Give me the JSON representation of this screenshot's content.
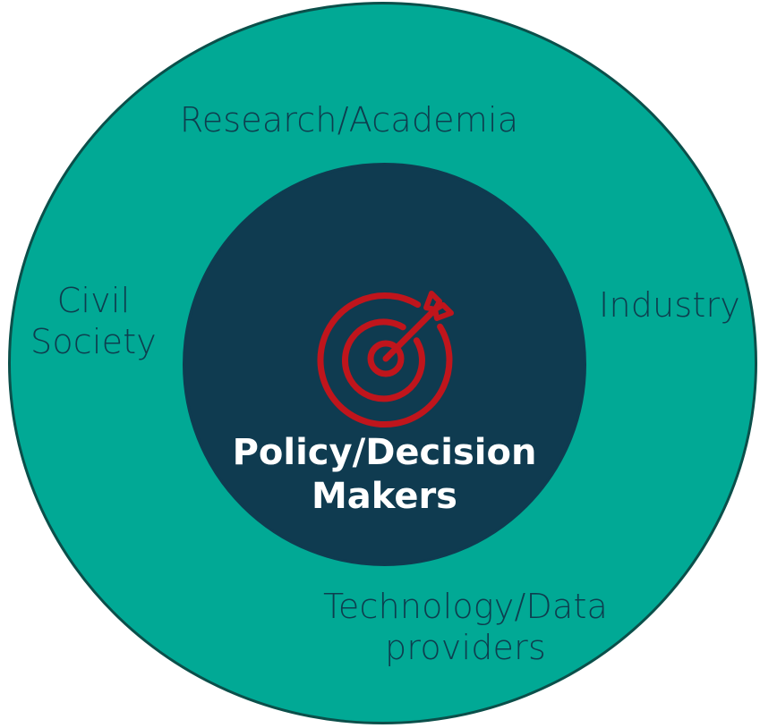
{
  "colors": {
    "outer_fill": "#01a995",
    "outer_border": "#0b4f4a",
    "inner_fill": "#0f3b50",
    "outer_text": "#0e3d4e",
    "core_text": "#ffffff",
    "icon": "#c0151c"
  },
  "outer_labels": {
    "research": "Research/Academia",
    "civil": [
      "Civil",
      "Society"
    ],
    "industry": "Industry",
    "technology": [
      "Technology/Data",
      "providers"
    ]
  },
  "core": {
    "title": [
      "Policy/Decision",
      "Makers"
    ],
    "icon": "target-arrow-icon"
  }
}
